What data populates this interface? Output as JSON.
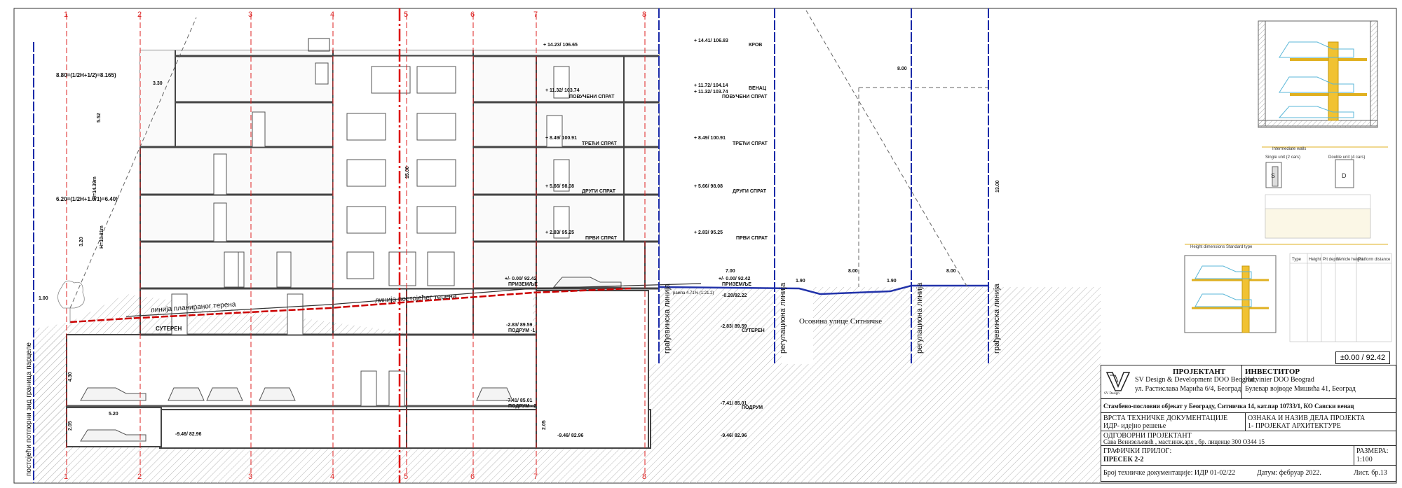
{
  "drawing": {
    "axes": [
      "1",
      "2",
      "3",
      "4",
      "5",
      "6",
      "7",
      "8"
    ],
    "levels": [
      {
        "label": "КРОВ",
        "value": "+ 14.41/ 106.83"
      },
      {
        "label": "ВЕНАЦ",
        "value": "+ 11.72/ 104.14"
      },
      {
        "label": "ПОВУЧЕНИ СПРАТ",
        "value": "+ 11.32/ 103.74"
      },
      {
        "label": "ТРЕЋИ СПРАТ",
        "value": "+ 8.49/ 100.91"
      },
      {
        "label": "ДРУГИ СПРАТ",
        "value": "+ 5.66/ 98.08"
      },
      {
        "label": "ПРВИ СПРАТ",
        "value": "+ 2.83/ 95.25"
      },
      {
        "label": "ПРИЗЕМЉЕ",
        "value": "+/- 0.00/ 92.42"
      },
      {
        "label": "СУТЕРЕН",
        "value": "-2.83/ 89.59"
      },
      {
        "label": "ПОДРУМ",
        "value": "-7.41/ 85.01"
      }
    ],
    "inner_levels": [
      {
        "label": "ПОВУЧЕНИ СПРАТ",
        "value": "+ 11.32/ 103.74"
      },
      {
        "label": "ТРЕЋИ СПРАТ",
        "value": "+ 8.49/ 100.91"
      },
      {
        "label": "ДРУГИ СПРАТ",
        "value": "+ 5.66/ 98.08"
      },
      {
        "label": "ПРВИ СПРАТ",
        "value": "+ 2.83/ 95.25"
      },
      {
        "label": "ПРИЗЕМЉЕ",
        "value": "+/- 0.00/ 92.42"
      },
      {
        "label": "ПОДРУМ -1",
        "value": "-2.83/ 89.59"
      },
      {
        "label": "ПОДРУМ - 2",
        "value": "-7.41/ 85.01"
      }
    ],
    "top_top_value": "+ 14.23/ 106.65",
    "ground_label": "ПРИЗЕМЉЕ",
    "suteren_label": "СУТЕРЕН",
    "terrain_planned": "линија планираног терена",
    "terrain_existing": "линија постојећег терена",
    "street_axis": "Осовина улице Ситничке",
    "regulation_line": "регулациона линија",
    "building_line": "грађевинска линија",
    "plot_boundary": "постојећи потпорни зид граница парцеле",
    "road_level_top": "-0.20/92.22",
    "ramp_note": "рампа 4.71% (1:21.2)",
    "bottom_level": "-9.46/ 82.96",
    "slope_formula_upper": "8.80=(1/2H+1/2)=8.165)",
    "slope_formula_lower": "6.20=(1/2H+1.0/1)=6.40)",
    "dims": {
      "d1": "3.30",
      "d2": "5.52",
      "d3": "H=14.39m",
      "d4": "H=10.81m",
      "d5": "3.20",
      "d6": "1.00",
      "d7": "7.00",
      "d8": "1.90",
      "d9": "8.00",
      "d10": "1.90",
      "d11": "8.00",
      "d12": "8.00",
      "d13": "15.00",
      "d14": "13.00",
      "d15": "5.20",
      "d16": "4.30",
      "d17": "2.05",
      "d18": "2.05"
    }
  },
  "legend": {
    "walls_title": "Intermediate walls",
    "single_unit": "Single unit (2 cars)",
    "double_unit": "Double unit (4 cars)",
    "single_letter": "S",
    "double_letter": "D",
    "height_title": "Height dimensions Standard type",
    "table_head": [
      "Type",
      "Height",
      "Pit depth",
      "Vehicle height",
      "Platform distance"
    ]
  },
  "reference": "±0.00 / 92.42",
  "title_block": {
    "designer_label": "ПРОЈЕКТАНТ",
    "designer_name": "SV Design & Development DOO Beograd,",
    "designer_address": "ул. Растислава Марића 6/4, Београд",
    "investor_label": "ИНВЕСТИТОР",
    "investor_name": "Harvinier DOO Beograd",
    "investor_address": "Булевар војводе Мишића 41, Београд",
    "logo_text": "SV Design",
    "project": "Стамбено-пословни објекат у Београду, Ситничка 14, кат.пар 10733/1, КО Савски венац",
    "doc_type_label": "ВРСТА ТЕХНИЧКЕ ДОКУМЕНТАЦИЈЕ",
    "doc_type": "ИДР- идејно решење",
    "part_label": "ОЗНАКА И НАЗИВ ДЕЛА ПРОЈЕКТА",
    "part": "1- ПРОЈЕКАТ АРХИТЕКТУРЕ",
    "responsible_label": "ОДГОВОРНИ ПРОЈЕКТАНТ",
    "responsible": "Сава Венизељевић , маст.инж.арх , бр. лиценце 300 О344 15",
    "sheet_label": "ГРАФИЧКИ ПРИЛОГ:",
    "sheet_name": "ПРЕСЕК 2-2",
    "scale_label": "РАЗМЕРА:",
    "scale": "1:100",
    "doc_number": "Број техничке документације: ИДР 01-02/22",
    "date": "Датум: фебруар 2022.",
    "sheet_no": "Лист. бр.13"
  }
}
